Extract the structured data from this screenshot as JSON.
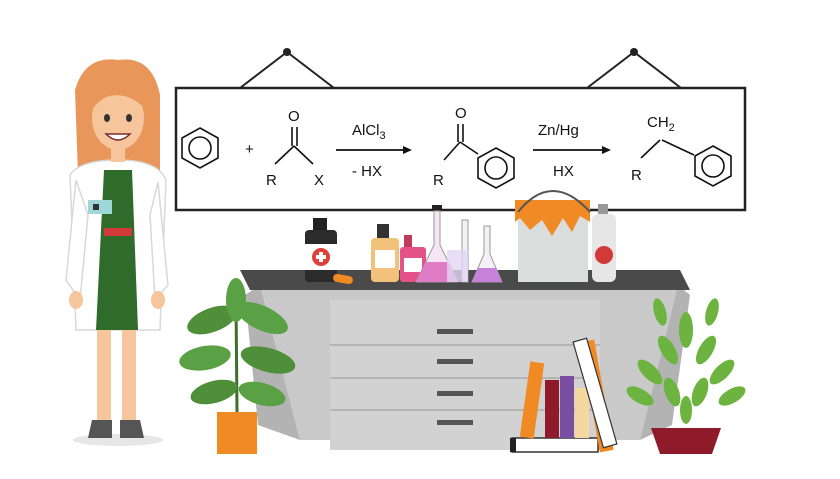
{
  "reaction": {
    "plus": "+",
    "reagent_R": "R",
    "reagent_X": "X",
    "reagent_O": "O",
    "step1_top": "AlCl",
    "step1_top_sub": "3",
    "step1_bottom": "- HX",
    "ketone_O": "O",
    "ketone_R": "R",
    "step2_top": "Zn/Hg",
    "step2_bottom": "HX",
    "product_top": "CH",
    "product_top_sub": "2",
    "product_R": "R"
  },
  "colors": {
    "lab_coat": "#ffffff",
    "hair": "#e8965a",
    "dress": "#2f6b2a",
    "cabinet": "#c7c7c7",
    "counter_top": "#4a4a4a",
    "paint_orange": "#f08a24",
    "pot_orange": "#f0962a",
    "pot_red": "#8e1a2a",
    "leaf_green": "#4f9a3a",
    "flask_pink": "#e07cc6"
  },
  "icons": [
    "scientist-figure",
    "medicine-bottle-icon",
    "flask-icon",
    "paint-bucket-icon",
    "spray-bottle-icon",
    "potted-plant-icon",
    "books-icon"
  ]
}
